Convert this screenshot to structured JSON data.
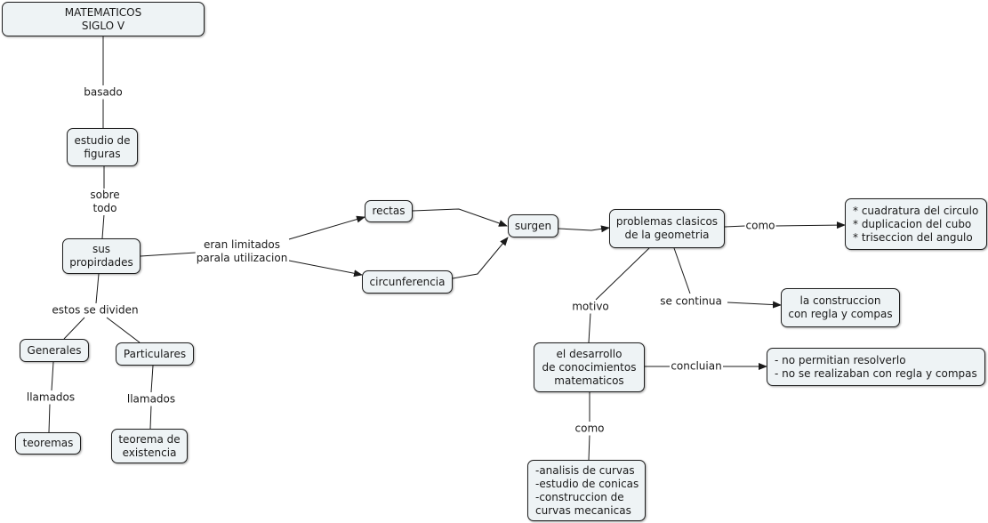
{
  "concepts": {
    "matematicos": "MATEMATICOS\nSIGLO V",
    "estudio": "estudio de\nfiguras",
    "propiedades": "sus\npropirdades",
    "generales": "Generales",
    "particulares": "Particulares",
    "teoremas": "teoremas",
    "teorema_existencia": "teorema de\nexistencia",
    "rectas": "rectas",
    "circunferencia": "circunferencia",
    "surgen": "surgen",
    "problemas": "problemas clasicos\nde la geometria",
    "lista_problemas": "* cuadratura del circulo\n* duplicacion del cubo\n* triseccion del angulo",
    "construccion": "la construccion\ncon regla y compas",
    "desarrollo": "el desarrollo\nde conocimientos\nmatematicos",
    "conclusiones": "- no permitian resolverlo\n- no se realizaban con regla y compas",
    "curvas": "-analisis de curvas\n-estudio de conicas\n-construccion de\n curvas mecanicas"
  },
  "links": {
    "basado": "basado",
    "sobre_todo": "sobre\ntodo",
    "estos_se_dividen": "estos se dividen",
    "llamados_1": "llamados",
    "llamados_2": "llamados",
    "eran_limitados": "eran limitados\nparala utilizacion",
    "como_1": "como",
    "se_continua": "se continua",
    "motivo": "motivo",
    "concluian": "concluian",
    "como_2": "como"
  },
  "colors": {
    "node_fill": "#eef3f5",
    "stroke": "#1e1e1e"
  }
}
